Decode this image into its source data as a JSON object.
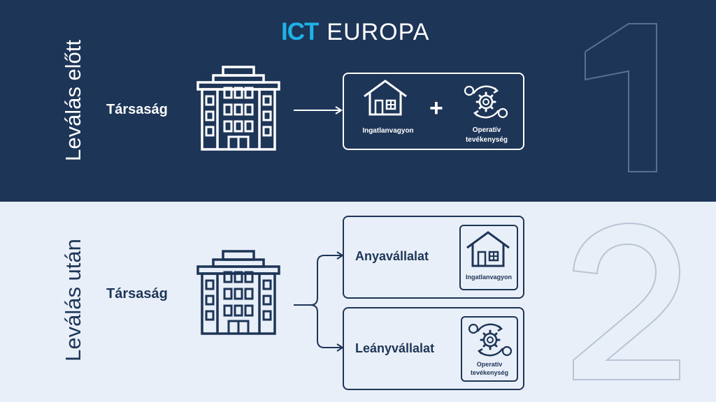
{
  "logo": {
    "part1": "ICT",
    "part2": "EUROPA"
  },
  "before": {
    "section_label": "Leválás előtt",
    "company_label": "Társaság",
    "big_number": "1",
    "asset_label": "Ingatlanvagyon",
    "plus": "+",
    "operation_label_line1": "Operatív",
    "operation_label_line2": "tevékenység"
  },
  "after": {
    "section_label": "Leválás után",
    "company_label": "Társaság",
    "big_number": "2",
    "parent_label": "Anyavállalat",
    "parent_asset_label": "Ingatlanvagyon",
    "subsidiary_label": "Leányvállalat",
    "sub_operation_line1": "Operatív",
    "sub_operation_line2": "tevékenység"
  },
  "colors": {
    "navy": "#1d3557",
    "light_bg": "#e9eff8",
    "accent": "#1fb2e6",
    "white": "#ffffff"
  }
}
